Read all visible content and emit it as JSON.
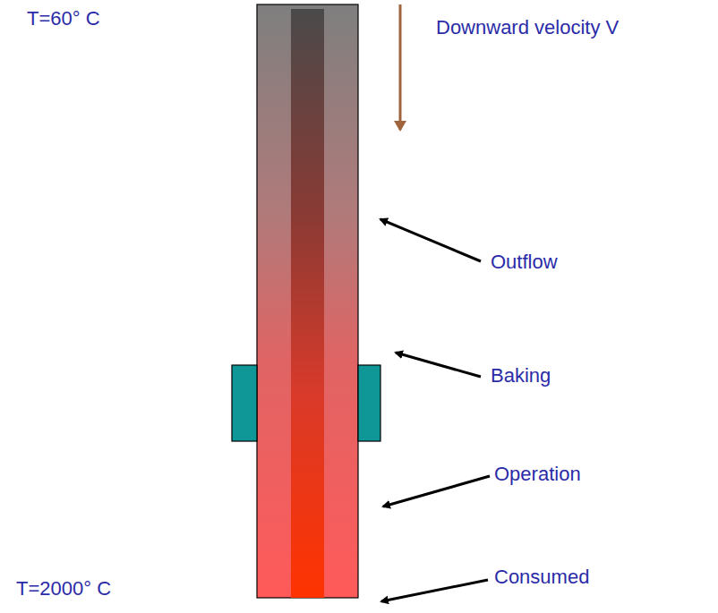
{
  "diagram": {
    "labels": [
      "T=60° C",
      "Downward velocity V",
      "Outflow",
      "Baking",
      "Operation",
      "Consumed",
      "T=2000° C"
    ]
  }
}
